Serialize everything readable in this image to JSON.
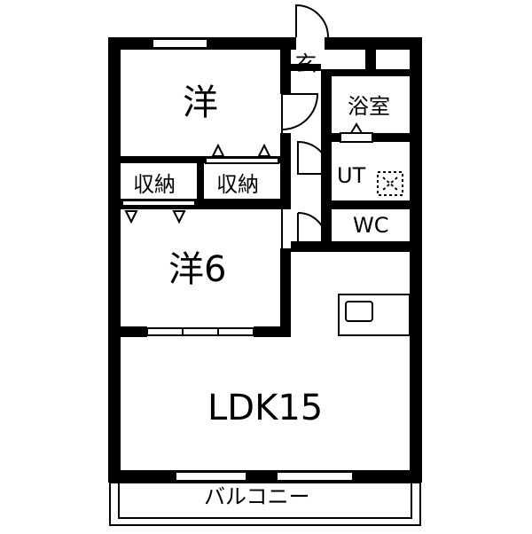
{
  "rooms": {
    "western_room_a": "洋",
    "western_room_b": "洋6",
    "closet_left": "収納",
    "closet_right": "収納",
    "entrance": "玄",
    "bathroom": "浴室",
    "utility": "UT",
    "toilet": "WC",
    "ldk": "LDK15",
    "balcony": "バルコニー"
  },
  "colors": {
    "wall": "#000000",
    "background": "#ffffff",
    "line": "#000000"
  }
}
